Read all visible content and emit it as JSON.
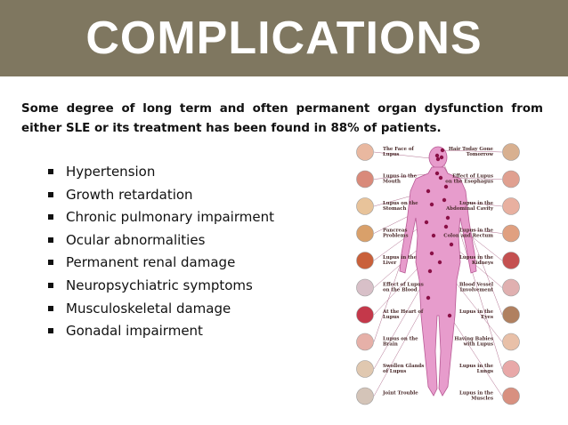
{
  "slide": {
    "title": "COMPLICATIONS",
    "intro": "Some degree of long term and often permanent organ dysfunction from either SLE or its treatment has been found in 88% of patients.",
    "bullets": [
      "Hypertension",
      "Growth retardation",
      "Chronic pulmonary impairment",
      "Ocular abnormalities",
      "Permanent renal damage",
      "Neuropsychiatric symptoms",
      "Musculoskeletal damage",
      "Gonadal impairment"
    ]
  },
  "diagram": {
    "left_labels": [
      "The Face of Lupus",
      "Lupus in the Mouth",
      "Lupus on the Stomach",
      "Pancreas Problems",
      "Lupus in the Liver",
      "Effect of Lupus on the Blood",
      "At the Heart of Lupus",
      "Lupus on the Brain",
      "Swollen Glands of Lupus",
      "Joint Trouble"
    ],
    "right_labels": [
      "Hair Today Gone Tomorrow",
      "Effect of Lupus on the Esophagus",
      "Lupus in the Abdominal Cavity",
      "Lupus in the Colon and Rectum",
      "Lupus in the Kidneys",
      "Blood Vessel Involvement",
      "Lupus in the Eyes",
      "Having Babies with Lupus",
      "Lupus in the Lungs",
      "Lupus in the Muscles"
    ]
  },
  "colors": {
    "title_bar": "#7f7760",
    "body_pink": "#e79ccc",
    "dot": "#8a1046"
  }
}
